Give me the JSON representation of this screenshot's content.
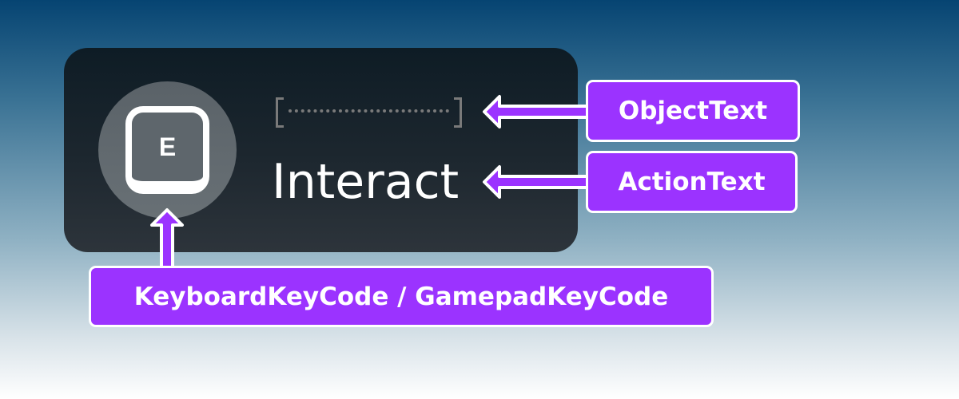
{
  "prompt": {
    "key": "E",
    "object_text": "",
    "action_text": "Interact"
  },
  "labels": {
    "object_text": "ObjectText",
    "action_text": "ActionText",
    "key_code": "KeyboardKeyCode / GamepadKeyCode"
  },
  "colors": {
    "label_bg": "#9b33ff",
    "panel_bg": "#1d272f"
  }
}
